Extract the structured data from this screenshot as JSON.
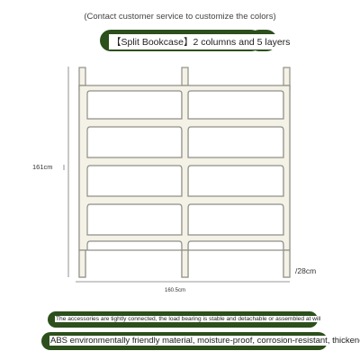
{
  "header": {
    "note": "(Contact customer service to customize the colors)",
    "title": "【Split Bookcase】2 columns and 5 layers"
  },
  "dimensions": {
    "height": "161cm",
    "depth": "/28cm",
    "width": "160.5cm"
  },
  "features": {
    "line1": "The accessories are tightly connected, the load bearing is stable and detachable or assembled at will",
    "line2": "ABS environmentally friendly material, moisture-proof, corrosion-resistant, thickened"
  },
  "product": {
    "columns": 2,
    "layers": 5
  },
  "colors": {
    "accent": "#2c4f1c",
    "shelf_fill": "#f4f2e6",
    "shelf_stroke": "#8f8f86"
  }
}
